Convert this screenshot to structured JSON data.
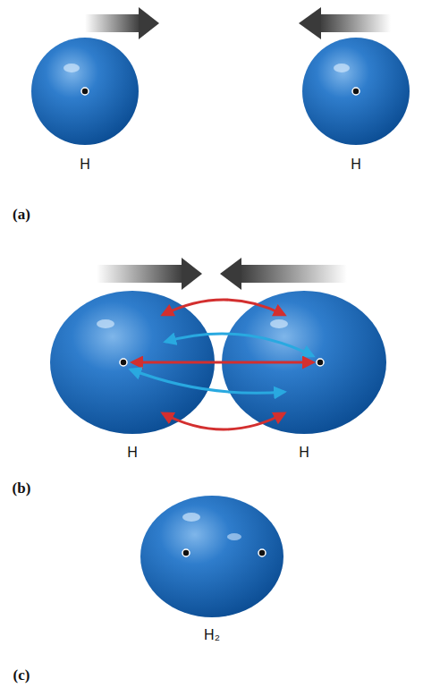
{
  "diagram": {
    "labels": [
      "H",
      "H",
      "(a)",
      "H",
      "H",
      "(b)",
      "H₂",
      "(c)"
    ]
  }
}
